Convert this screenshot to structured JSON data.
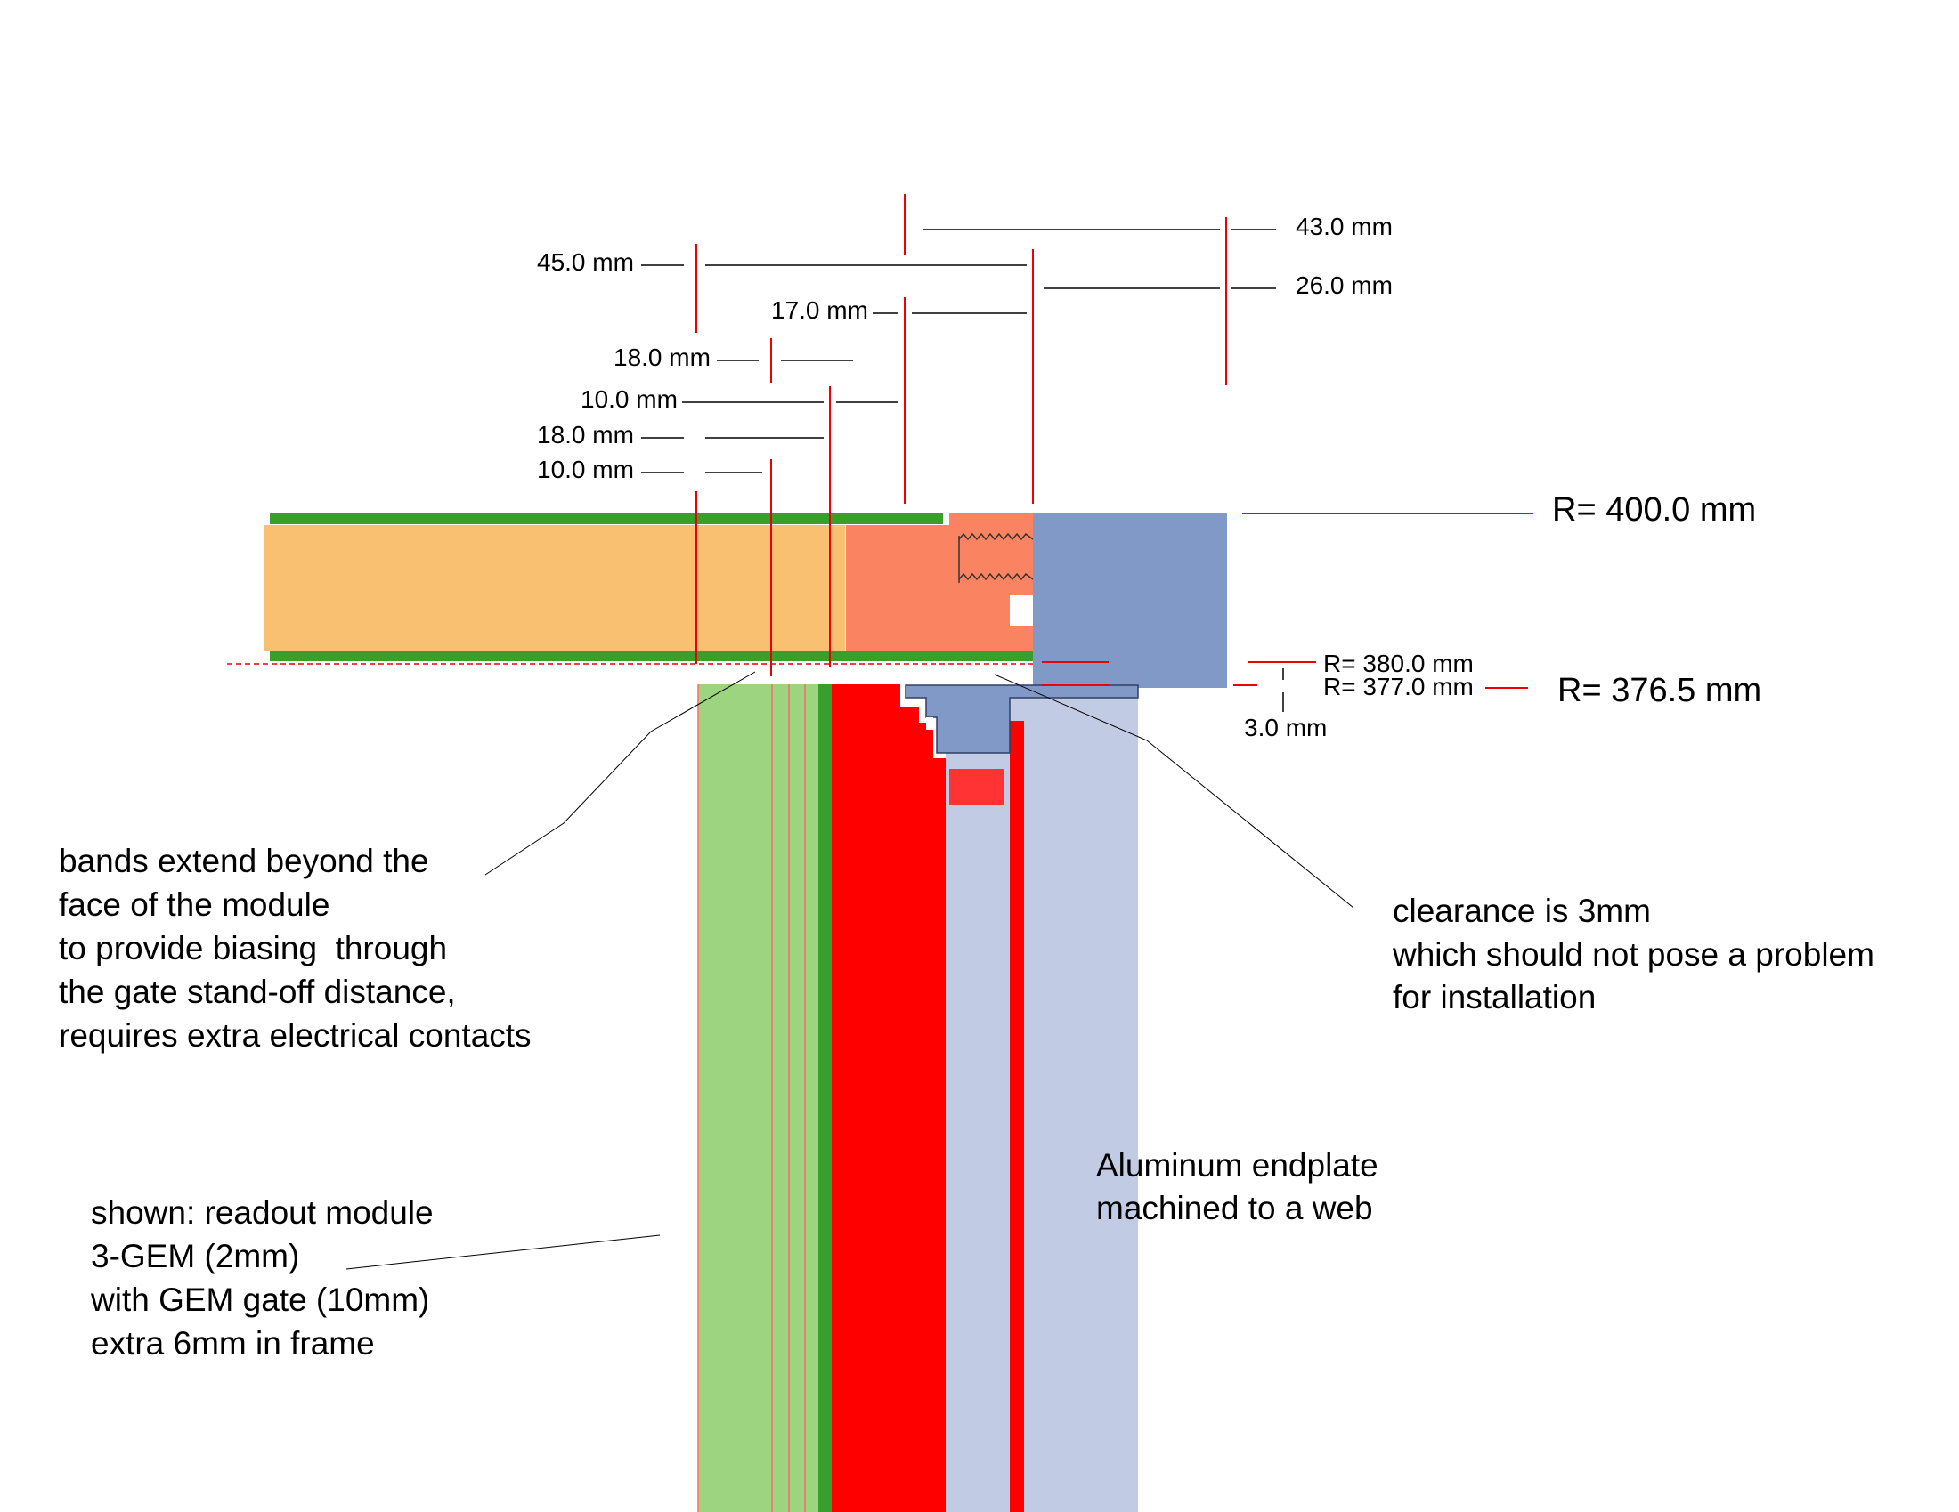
{
  "colors": {
    "frame_outer_green": "#3a9e2c",
    "honeycomb_core": "#f8c070",
    "frame_insert": "#fa8462",
    "endplate_blue": "#8099c6",
    "endplate_web": "#c1cbe3",
    "module_light_green": "#9dd47f",
    "module_red": "#ff0000",
    "dimension_red": "#ee0000",
    "leader_black": "#000000"
  },
  "dimensions": {
    "d43": "43.0 mm",
    "d45": "45.0 mm",
    "d26": "26.0 mm",
    "d17": "17.0 mm",
    "d18a": "18.0 mm",
    "d10a": "10.0 mm",
    "d18b": "18.0 mm",
    "d10b": "10.0 mm",
    "d3": "3.0 mm"
  },
  "radii": {
    "r400": "R= 400.0 mm",
    "r380": "R= 380.0 mm",
    "r377": "R= 377.0 mm",
    "r376": "R= 376.5 mm"
  },
  "notes": {
    "bands": [
      "bands extend beyond the",
      "face of the module",
      "to provide biasing  through",
      "the gate stand-off distance,",
      "requires extra electrical contacts"
    ],
    "clearance": [
      "clearance is 3mm",
      "which should not pose a problem",
      "for installation"
    ],
    "endplate": [
      "Aluminum endplate",
      "machined to a web"
    ],
    "module": [
      "shown: readout module",
      "3-GEM (2mm)",
      "with GEM gate (10mm)",
      "extra 6mm in frame"
    ]
  }
}
